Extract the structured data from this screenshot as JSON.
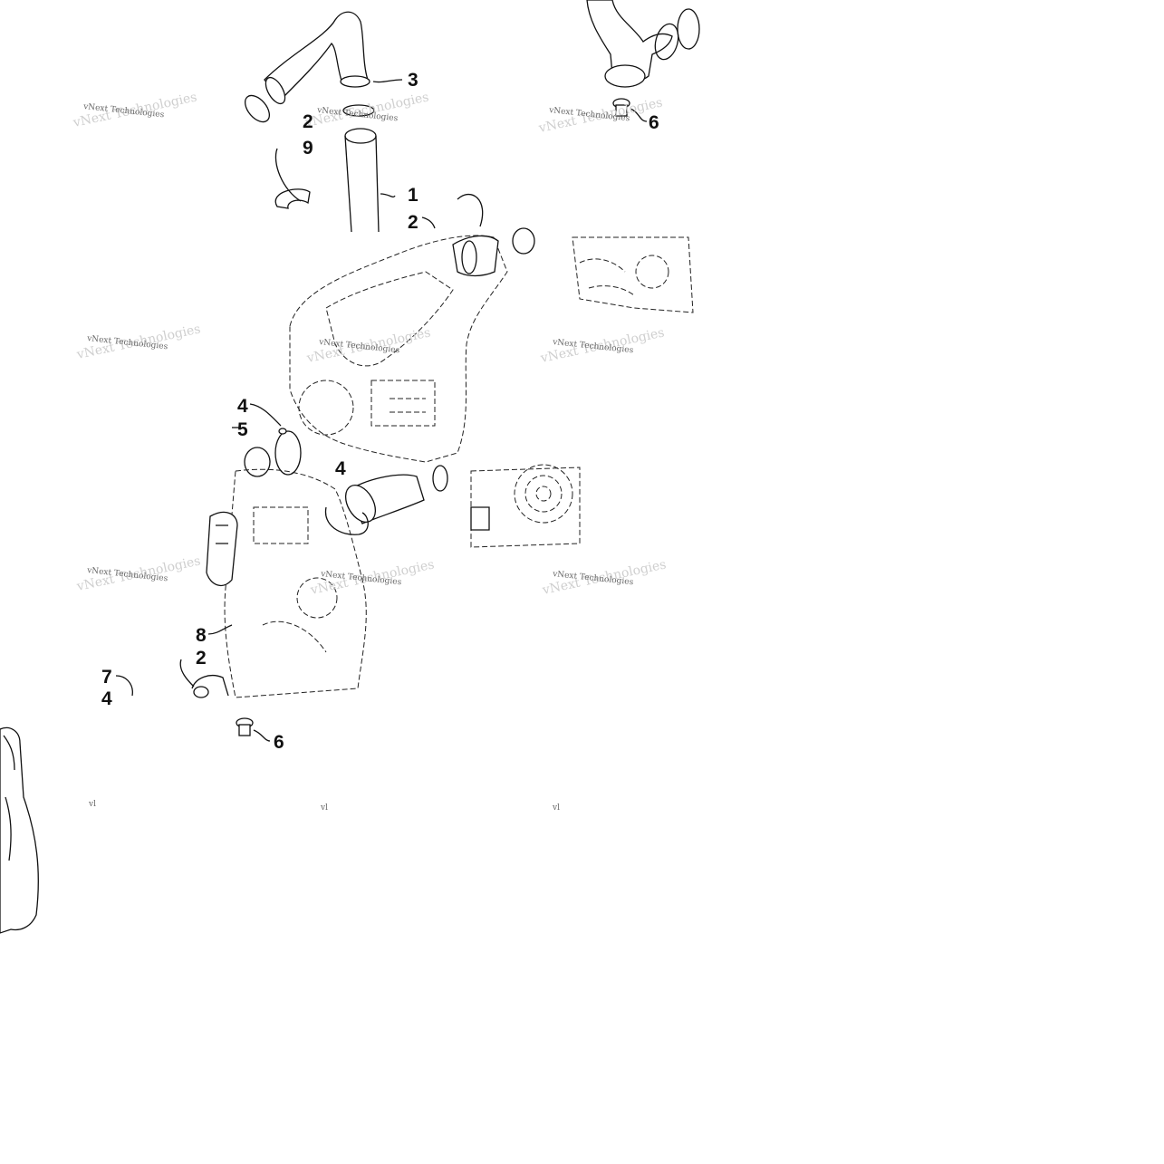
{
  "diagram": {
    "callouts": [
      {
        "id": "c3",
        "text": "3"
      },
      {
        "id": "c2a",
        "text": "2"
      },
      {
        "id": "c9",
        "text": "9"
      },
      {
        "id": "c1",
        "text": "1"
      },
      {
        "id": "c2b",
        "text": "2"
      },
      {
        "id": "c6a",
        "text": "6"
      },
      {
        "id": "c4a",
        "text": "4"
      },
      {
        "id": "c5",
        "text": "5"
      },
      {
        "id": "c4b",
        "text": "4"
      },
      {
        "id": "c8",
        "text": "8"
      },
      {
        "id": "c2c",
        "text": "2"
      },
      {
        "id": "c7",
        "text": "7"
      },
      {
        "id": "c4c",
        "text": "4"
      },
      {
        "id": "c6b",
        "text": "6"
      }
    ],
    "watermark_text": "vNext Technologies",
    "watermark_fragment": "vl",
    "colors": {
      "ink": "#111111",
      "watermark": "#666666",
      "background": "#ffffff"
    }
  }
}
